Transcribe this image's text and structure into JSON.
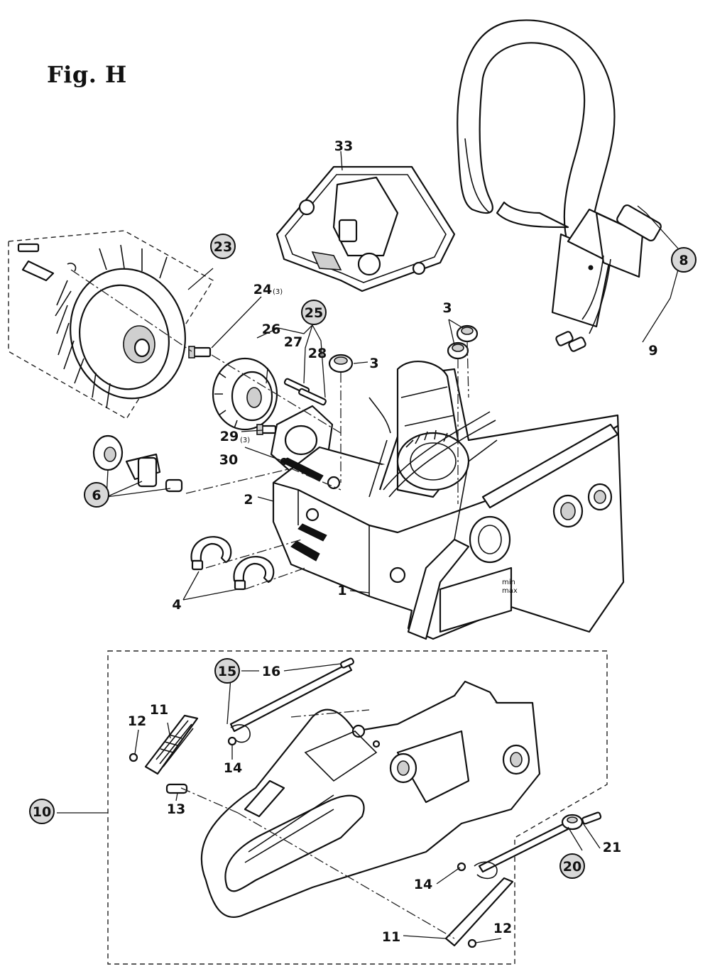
{
  "figure": {
    "title": "Fig. H"
  },
  "parts": {
    "p1": "1",
    "p2": "2",
    "p3a": "3",
    "p3b": "3",
    "p4": "4",
    "p6": "6",
    "p8": "8",
    "p9": "9",
    "p10": "10",
    "p11a": "11",
    "p11b": "11",
    "p12a": "12",
    "p12b": "12",
    "p13": "13",
    "p14a": "14",
    "p14b": "14",
    "p15": "15",
    "p16": "16",
    "p20": "20",
    "p21": "21",
    "p23": "23",
    "p24": "24",
    "p24_qty": "(3)",
    "p25": "25",
    "p26": "26",
    "p27": "27",
    "p28": "28",
    "p29": "29",
    "p29_qty": "(3)",
    "p30": "30",
    "p33": "33"
  },
  "markings": {
    "min": "min",
    "max": "max"
  }
}
